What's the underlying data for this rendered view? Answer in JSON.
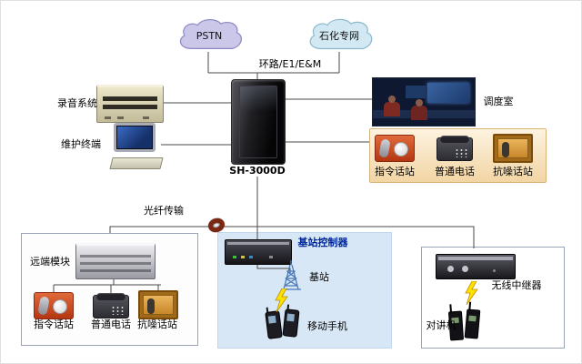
{
  "clouds": {
    "pstn": "PSTN",
    "petro": "石化专网"
  },
  "labels": {
    "trunk": "环路/E1/E&M",
    "cabinet": "SH-3000D",
    "recording": "录音系统",
    "maintenance": "维护终端",
    "dispatch": "调度室",
    "fiber": "光纤传输",
    "remote_module": "远端模块",
    "bsc": "基站控制器",
    "bts": "基站",
    "mobile": "移动手机",
    "repeater": "无线中继器",
    "intercom": "对讲机"
  },
  "stations": {
    "cmd": "指令话站",
    "phone": "普通电话",
    "noise": "抗噪话站"
  },
  "colors": {
    "cloud_pstn": "#cac7e9",
    "cloud_petro": "#d2e9f3",
    "station_panel": "#f2d5a4",
    "base_station_box": "#d8e7f6",
    "line": "#4a4a4a",
    "lightning": "#ffe100",
    "bsc_label": "#00279a"
  }
}
